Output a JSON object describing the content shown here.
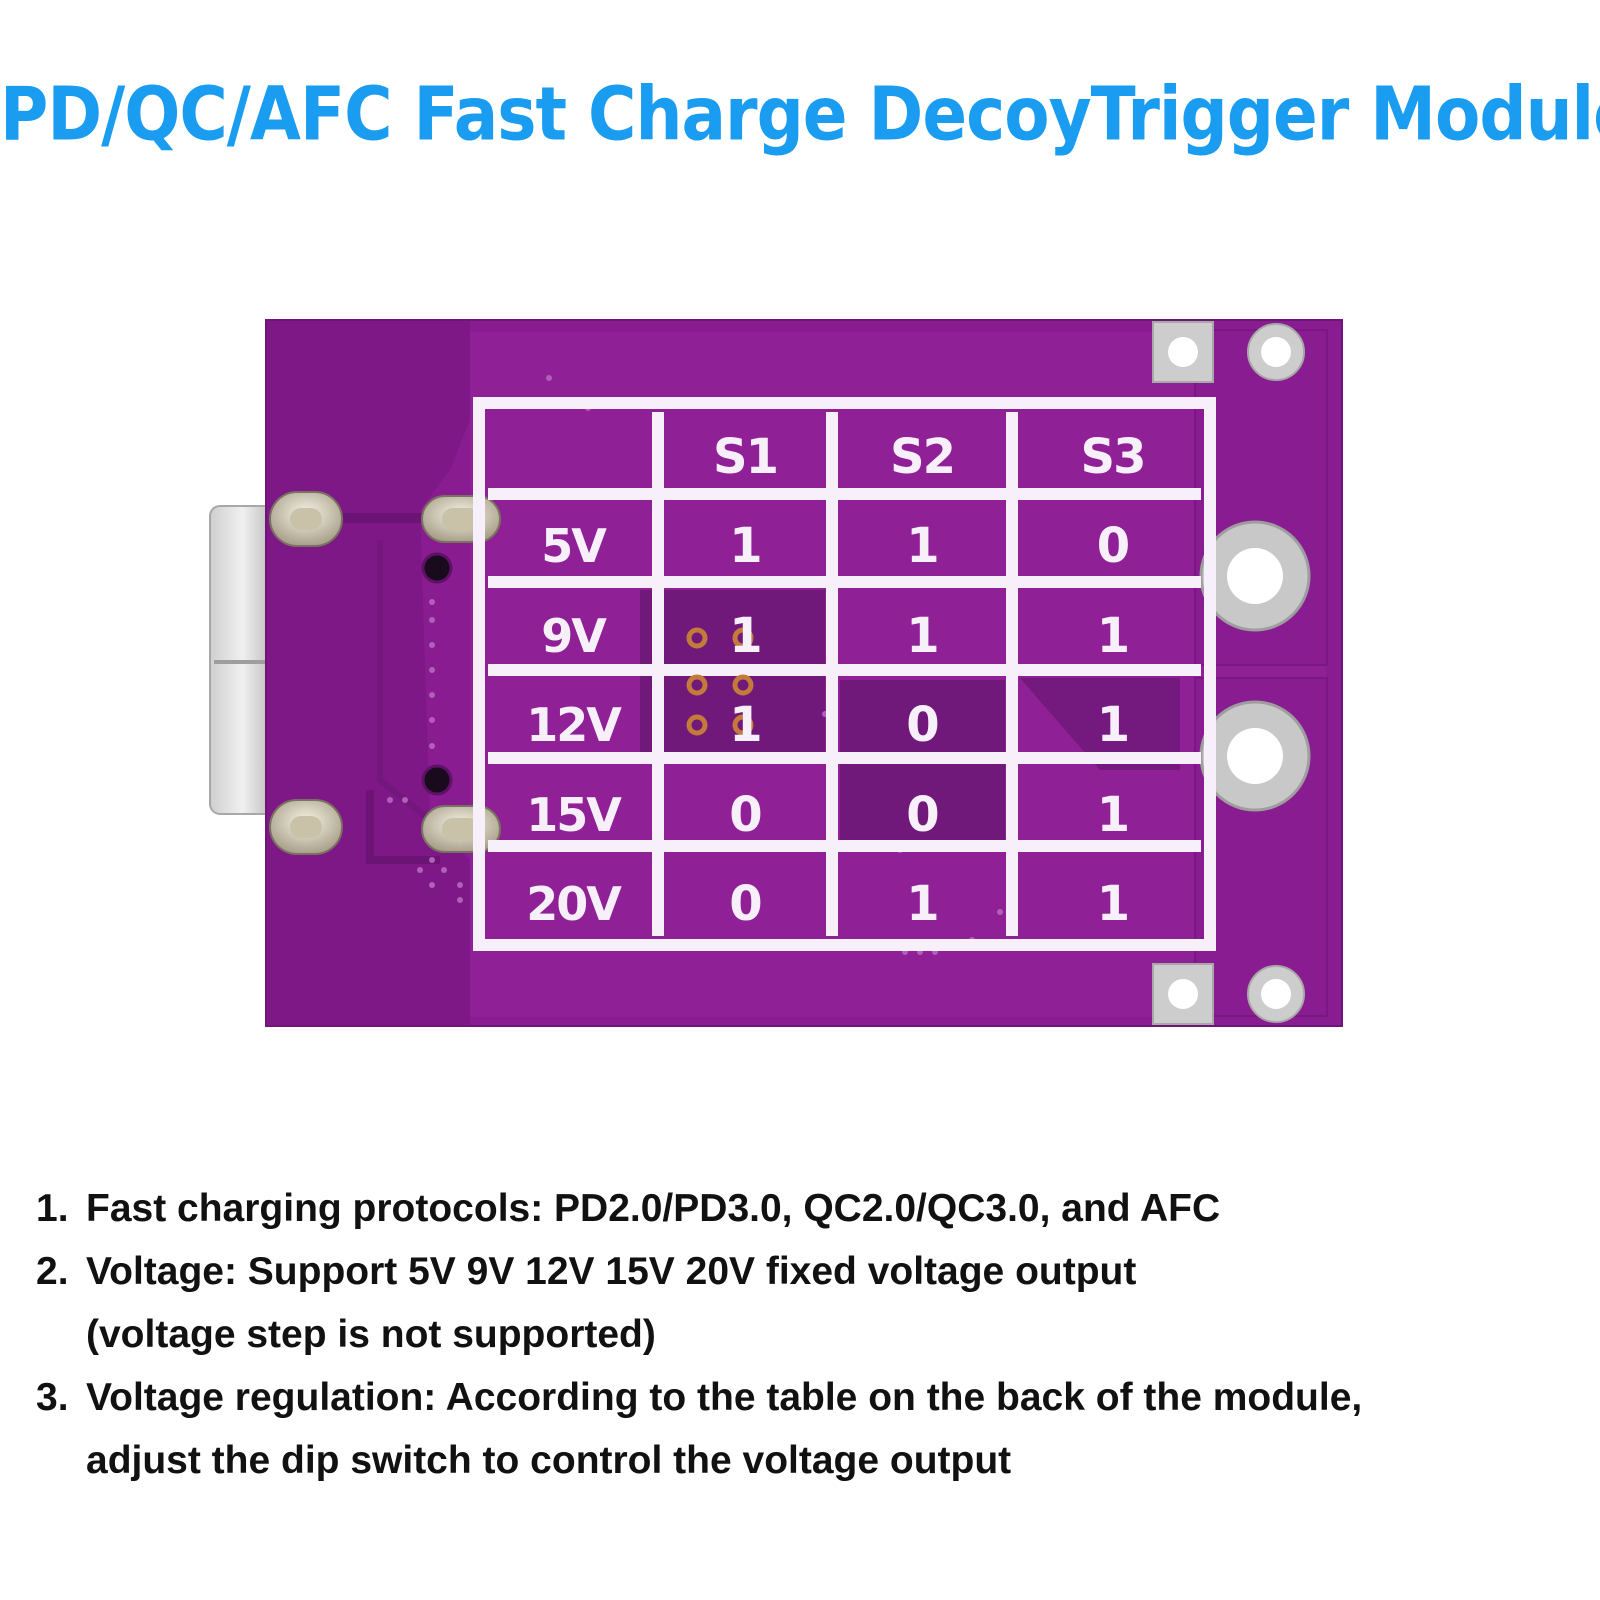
{
  "title": "PD/QC/AFC Fast Charge DecoyTrigger Module",
  "module_table": {
    "headers": [
      "",
      "S1",
      "S2",
      "S3"
    ],
    "rows": [
      {
        "voltage": "5V",
        "s1": "1",
        "s2": "1",
        "s3": "0"
      },
      {
        "voltage": "9V",
        "s1": "1",
        "s2": "1",
        "s3": "1"
      },
      {
        "voltage": "12V",
        "s1": "1",
        "s2": "0",
        "s3": "1"
      },
      {
        "voltage": "15V",
        "s1": "0",
        "s2": "0",
        "s3": "1"
      },
      {
        "voltage": "20V",
        "s1": "0",
        "s2": "1",
        "s3": "1"
      }
    ]
  },
  "features": [
    {
      "number": "1.",
      "lines": [
        "Fast charging protocols: PD2.0/PD3.0, QC2.0/QC3.0, and AFC"
      ]
    },
    {
      "number": "2.",
      "lines": [
        "Voltage: Support 5V 9V 12V 15V 20V fixed voltage output",
        "(voltage step is not supported)"
      ]
    },
    {
      "number": "3.",
      "lines": [
        "Voltage regulation: According to the table on the back of the module,",
        "adjust the dip switch to control the voltage output"
      ]
    }
  ],
  "colors": {
    "title": "#1a9cf0",
    "pcb": "#8a1c91",
    "pcb_dark": "#621470",
    "silkscreen": "#f7f0fa"
  }
}
